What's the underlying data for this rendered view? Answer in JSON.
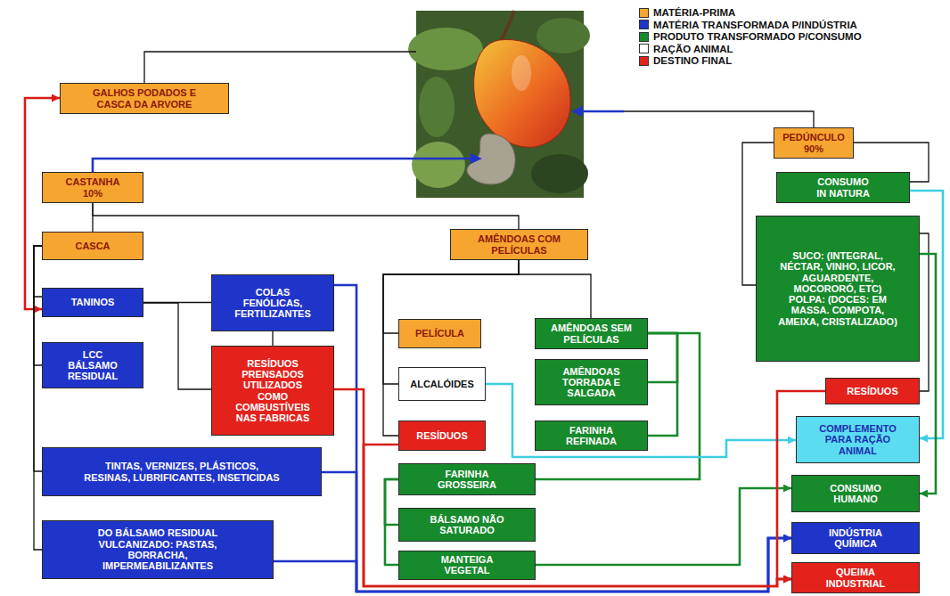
{
  "diagram": {
    "nodes": [
      {
        "text": [
          "GALHOS PODADOS E CASCA DA ARVORE"
        ]
      },
      {
        "text": [
          "PEDÚNCULO 90%"
        ]
      },
      {
        "text": [
          "CASTANHA 10%"
        ]
      },
      {
        "text": [
          "CONSUMO IN NATURA"
        ]
      },
      {
        "text": [
          "SUCO: (INTEGRAL, NÉCTAR, VINHO, LICOR, AGUARDENTE, MOCORORÓ, ETC)",
          "POLPA: (DOCES: EM MASSA. COMPOTA, AMEIXA, CRISTALIZADO)"
        ]
      },
      {
        "text": [
          "AMÊNDOAS COM PELÍCULAS"
        ]
      },
      {
        "text": [
          "CASCA"
        ]
      },
      {
        "text": [
          "COLAS FENÓLICAS, FERTILIZANTES"
        ]
      },
      {
        "text": [
          "TANINOS"
        ]
      },
      {
        "text": [
          "AMÊNDOAS SEM PELÍCULAS"
        ]
      },
      {
        "text": [
          "PELÍCULA"
        ]
      },
      {
        "text": [
          "LCC BÁLSAMO RESIDUAL"
        ]
      },
      {
        "text": [
          "RESÍDUOS PRENSADOS UTILIZADOS COMO COMBUSTÍVEIS NAS FABRICAS"
        ]
      },
      {
        "text": [
          "AMÊNDOAS TORRADA E SALGADA"
        ]
      },
      {
        "text": [
          "ALCALÓIDES"
        ]
      },
      {
        "text": [
          "RESÍDUOS"
        ]
      },
      {
        "text": [
          "COMPLEMENTO PARA RAÇÃO ANIMAL"
        ]
      },
      {
        "text": [
          "RESÍDUOS"
        ]
      },
      {
        "text": [
          "FARINHA REFINADA"
        ]
      },
      {
        "text": [
          "TINTAS, VERNIZES, PLÁSTICOS, RESINAS, LUBRIFICANTES, INSETICIDAS"
        ]
      },
      {
        "text": [
          "FARINHA GROSSEIRA"
        ]
      },
      {
        "text": [
          "CONSUMO HUMANO"
        ]
      },
      {
        "text": [
          "BÁLSAMO NÃO SATURADO"
        ]
      },
      {
        "text": [
          "DO BÁLSAMO RESIDUAL VULCANIZADO: PASTAS, BORRACHA, IMPERMEABILIZANTES"
        ]
      },
      {
        "text": [
          "INDÚSTRIA QUÍMICA"
        ]
      },
      {
        "text": [
          "MANTEIGA VEGETAL"
        ]
      },
      {
        "text": [
          "QUEIMA INDUSTRIAL"
        ]
      }
    ],
    "edges": [
      {
        "from": 2,
        "to": 6,
        "arrow": "none"
      },
      {
        "from": 2,
        "to": 5,
        "arrow": "none"
      },
      {
        "from": 0,
        "to": 8,
        "arrow": "both"
      },
      {
        "from": 6,
        "to": 8,
        "arrow": "none"
      },
      {
        "from": 6,
        "to": 11,
        "arrow": "none"
      },
      {
        "from": 6,
        "to": 19,
        "arrow": "none"
      },
      {
        "from": 6,
        "to": 23,
        "arrow": "none"
      },
      {
        "from": 8,
        "to": 7,
        "arrow": "none"
      },
      {
        "from": 8,
        "to": 12,
        "arrow": "none"
      },
      {
        "from": 7,
        "to": 12,
        "arrow": "none"
      },
      {
        "from": 7,
        "to": 24,
        "arrow": "to"
      },
      {
        "from": 19,
        "to": 24,
        "arrow": "to"
      },
      {
        "from": 23,
        "to": 24,
        "arrow": "to"
      },
      {
        "from": 12,
        "to": 26,
        "arrow": "to"
      },
      {
        "from": 5,
        "to": 10,
        "arrow": "none"
      },
      {
        "from": 5,
        "to": 14,
        "arrow": "none"
      },
      {
        "from": 5,
        "to": 17,
        "arrow": "none"
      },
      {
        "from": 5,
        "to": 9,
        "arrow": "none"
      },
      {
        "from": 9,
        "to": 13,
        "arrow": "none"
      },
      {
        "from": 9,
        "to": 18,
        "arrow": "none"
      },
      {
        "from": 9,
        "to": 20,
        "arrow": "none"
      },
      {
        "from": 20,
        "to": 22,
        "arrow": "none"
      },
      {
        "from": 20,
        "to": 25,
        "arrow": "none"
      },
      {
        "from": 25,
        "to": 21,
        "arrow": "to"
      },
      {
        "from": 14,
        "to": 16,
        "arrow": "to"
      },
      {
        "from": 3,
        "to": 16,
        "arrow": "to"
      },
      {
        "from": 1,
        "to": 3,
        "arrow": "none"
      },
      {
        "from": 1,
        "to": 4,
        "arrow": "none"
      },
      {
        "from": 4,
        "to": 15,
        "arrow": "none"
      },
      {
        "from": 4,
        "to": 21,
        "arrow": "to"
      },
      {
        "from": 15,
        "to": 26,
        "arrow": "to"
      },
      {
        "from": 17,
        "to": 26,
        "arrow": "to"
      }
    ],
    "legend": [
      {
        "text": "MATÉRIA-PRIMA",
        "color": "#f7a531"
      },
      {
        "text": "MATÉRIA TRANSFORMADA P/INDÚSTRIA",
        "color": "#1f35c9"
      },
      {
        "text": "PRODUTO TRANSFORMADO P/CONSUMO",
        "color": "#178a2c"
      },
      {
        "text": "RAÇÃO ANIMAL",
        "color": "#ffffff"
      },
      {
        "text": "DESTINO FINAL",
        "color": "#e3221c"
      }
    ]
  }
}
